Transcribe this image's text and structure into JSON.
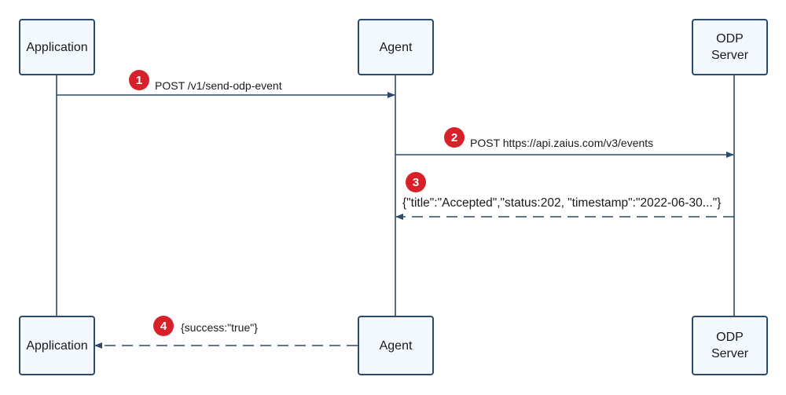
{
  "participants": {
    "application": "Application",
    "agent": "Agent",
    "odp_server": "ODP\nServer"
  },
  "messages": [
    {
      "step": "1",
      "text": "POST  /v1/send-odp-event",
      "from": "application",
      "to": "agent",
      "style": "solid"
    },
    {
      "step": "2",
      "text": "POST https://api.zaius.com/v3/events",
      "from": "agent",
      "to": "odp_server",
      "style": "solid"
    },
    {
      "step": "3",
      "text": "{\"title\":\"Accepted\",\"status:202, \"timestamp\":\"2022-06-30...\"}",
      "from": "odp_server",
      "to": "agent",
      "style": "dashed"
    },
    {
      "step": "4",
      "text": "{success:\"true\"}",
      "from": "agent",
      "to": "application",
      "style": "dashed"
    }
  ],
  "colors": {
    "line": "#2c4a6b",
    "box_fill": "#f2f8fd",
    "badge": "#d8202b"
  }
}
